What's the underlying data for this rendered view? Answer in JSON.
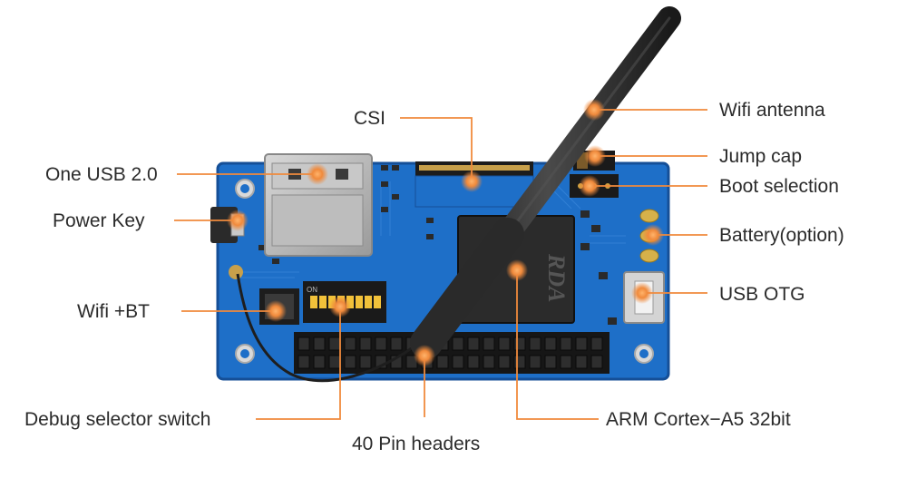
{
  "labels": {
    "one_usb": "One USB 2.0",
    "power_key": "Power Key",
    "wifi_bt": "Wifi +BT",
    "debug_switch": "Debug selector switch",
    "pin_headers": "40 Pin headers",
    "arm_cortex": "ARM Cortex−A5 32bit",
    "usb_otg": "USB OTG",
    "battery": "Battery(option)",
    "boot_selection": "Boot selection",
    "jump_cap": "Jump cap",
    "wifi_antenna": "Wifi antenna",
    "csi": "CSI"
  },
  "chip_marking": "RDA",
  "dip_marking": "ON",
  "colors": {
    "board": "#1e6fc8",
    "leader_line": "#f08a3c",
    "label_text": "#2b2b2b",
    "antenna": "#2a2a2a"
  }
}
